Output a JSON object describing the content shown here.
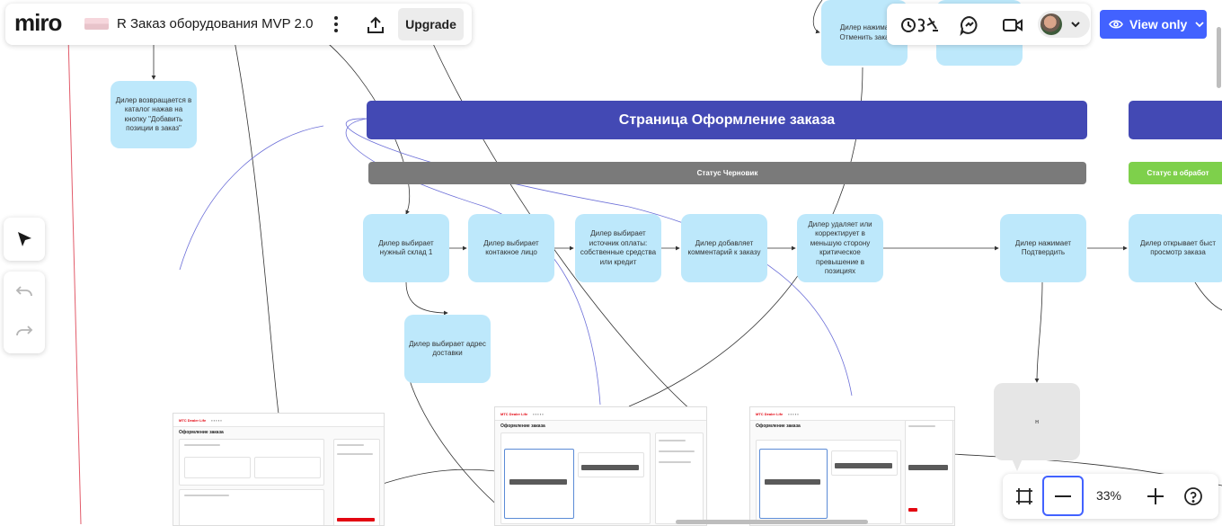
{
  "app": {
    "logo": "miro",
    "board_title": "R Заказ оборудования MVP 2.0",
    "upgrade_label": "Upgrade"
  },
  "topbar_right": {
    "view_only_label": "View only"
  },
  "zoom": {
    "level": "33%"
  },
  "board": {
    "banner_main": "Страница Оформление заказа",
    "status_draft": "Статус Черновик",
    "status_processing": "Статус в обработ",
    "stickies": {
      "top_left": "Дилер возвращается в каталог нажав на кнопку \"Добавить позиции в заказ\"",
      "top_right_partial": "Дилер нажима Отменить зака",
      "s1": "Дилер выбирает нужный склад 1",
      "s2": "Дилер выбирает контакное лицо",
      "s3": "Дилер выбирает источник оплаты: собственные средства или кредит",
      "s4": "Дилер добавляет комментарий к заказу",
      "s5": "Дилер удаляет или корректирует в меньшую сторону критическое превышение в позициях",
      "s6": "Дилер нажимает Подтвердить",
      "s7": "Дилер открывает быст просмотр заказа",
      "address": "Дилер выбирает адрес доставки",
      "gray": "н"
    },
    "screens": {
      "brand": "МТС Dealer Life",
      "page_title": "Оформление заказа"
    }
  },
  "colors": {
    "accent": "#4349b4",
    "sticky": "#bde8fb",
    "status_draft": "#7a7a7a",
    "status_processing": "#7ed04b",
    "view_only_button": "#4262ff"
  }
}
